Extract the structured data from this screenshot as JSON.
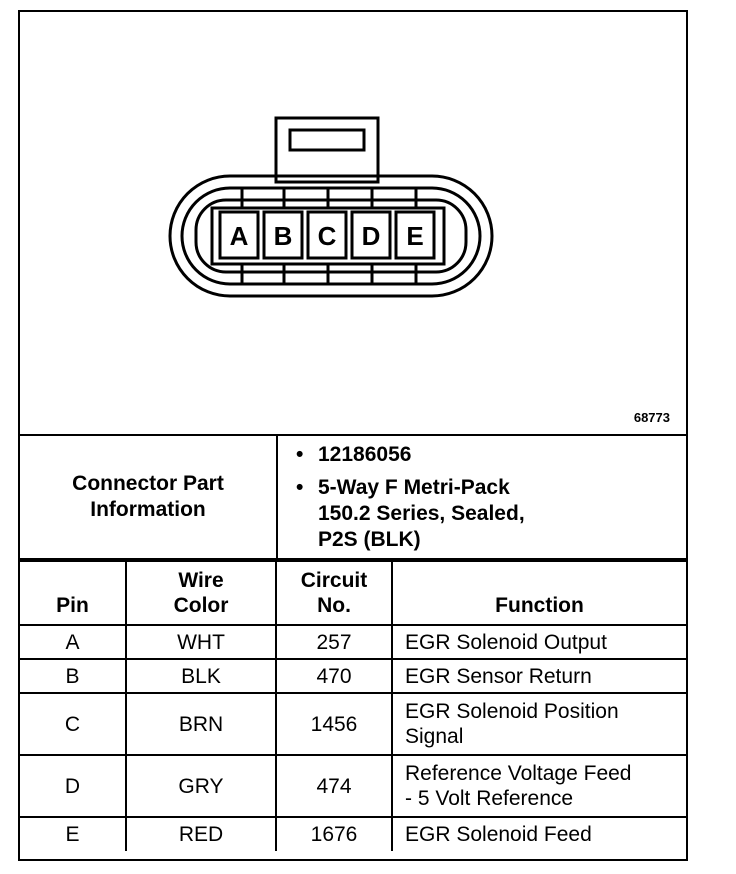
{
  "figure_id": "68773",
  "connector": {
    "pin_letters": [
      "A",
      "B",
      "C",
      "D",
      "E"
    ]
  },
  "part_info": {
    "label": "Connector Part\nInformation",
    "items": [
      "12186056",
      "5-Way F Metri-Pack\n150.2 Series, Sealed,\nP2S (BLK)"
    ]
  },
  "table": {
    "headers": [
      "Pin",
      "Wire\nColor",
      "Circuit\nNo.",
      "Function"
    ],
    "rows": [
      {
        "pin": "A",
        "color": "WHT",
        "circuit": "257",
        "function": "EGR Solenoid Output"
      },
      {
        "pin": "B",
        "color": "BLK",
        "circuit": "470",
        "function": "EGR Sensor Return"
      },
      {
        "pin": "C",
        "color": "BRN",
        "circuit": "1456",
        "function": "EGR Solenoid Position\nSignal"
      },
      {
        "pin": "D",
        "color": "GRY",
        "circuit": "474",
        "function": "Reference Voltage Feed\n- 5 Volt Reference"
      },
      {
        "pin": "E",
        "color": "RED",
        "circuit": "1676",
        "function": "EGR Solenoid Feed"
      }
    ]
  }
}
